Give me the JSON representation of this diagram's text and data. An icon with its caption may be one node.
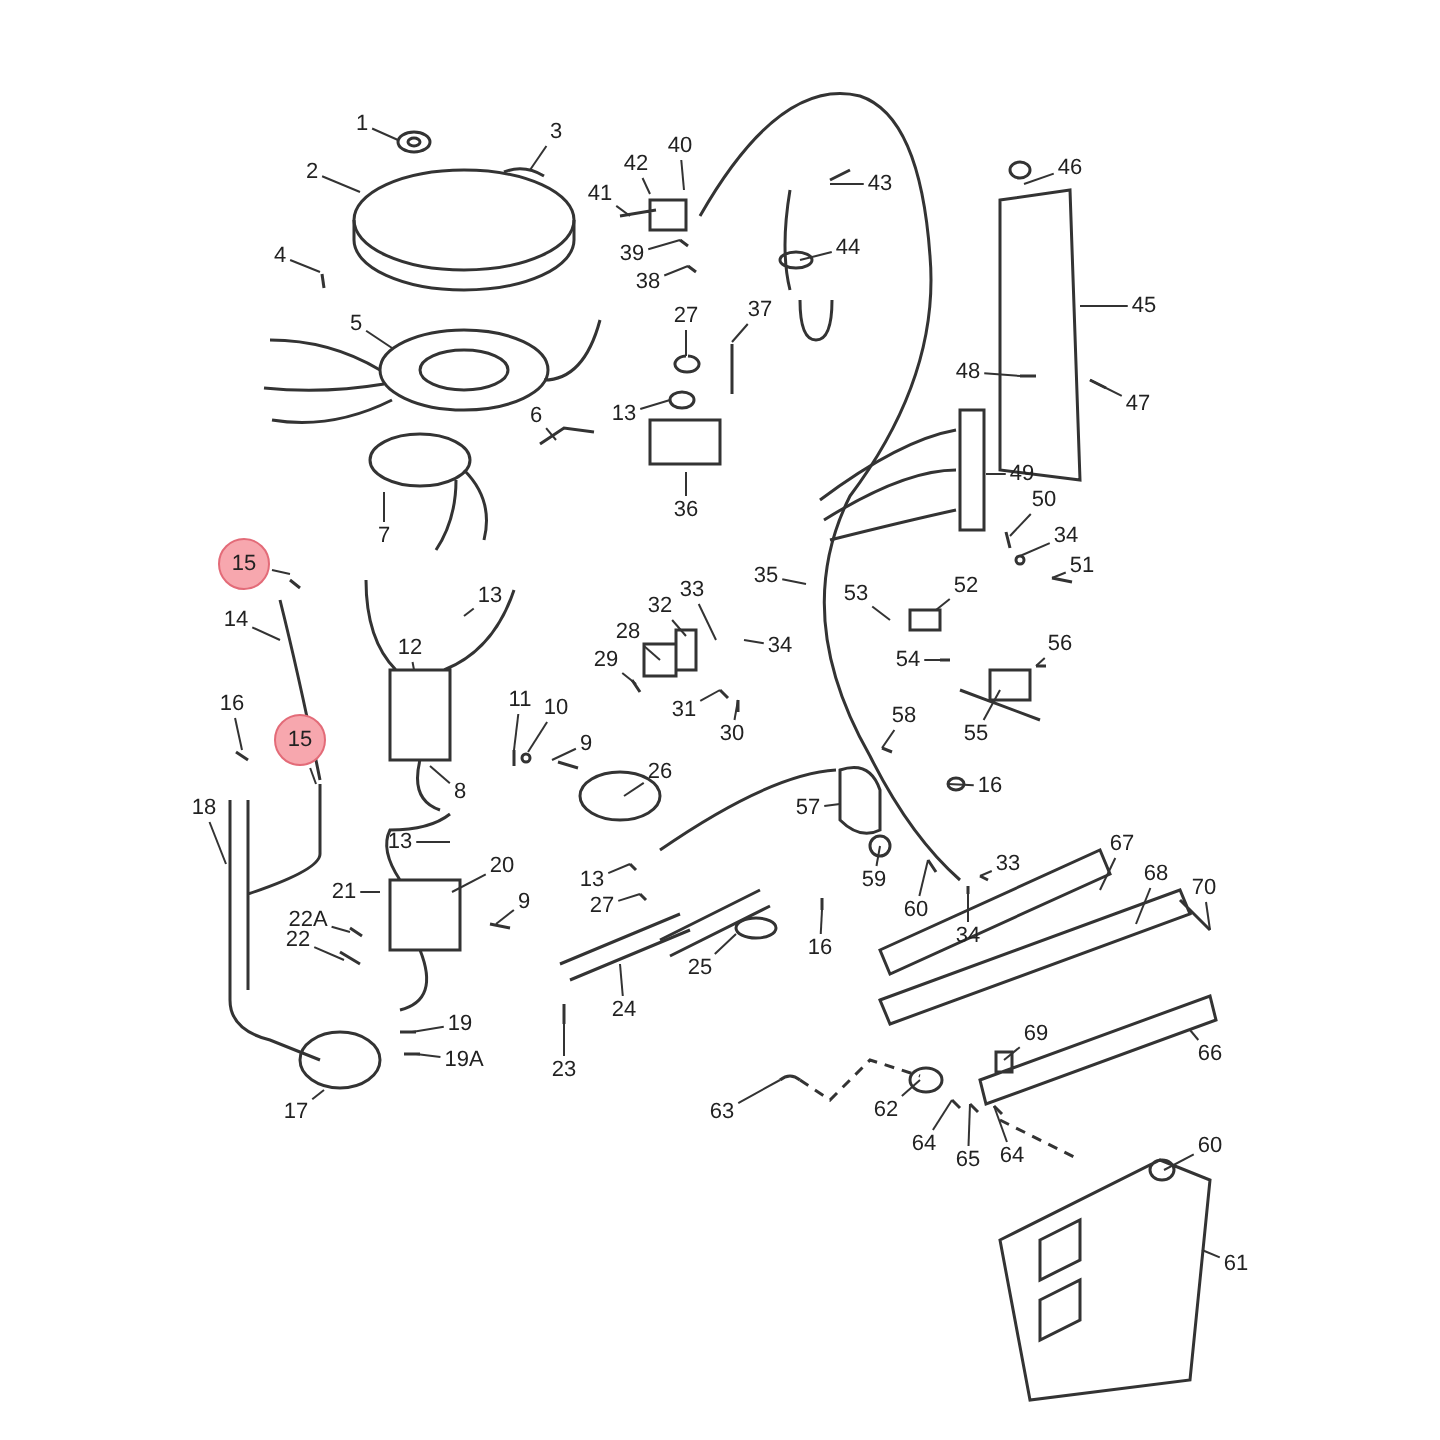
{
  "diagram": {
    "nodes": [
      {
        "text": [
          "1"
        ]
      },
      {
        "text": [
          "2"
        ]
      },
      {
        "text": [
          "3"
        ]
      },
      {
        "text": [
          "4"
        ]
      },
      {
        "text": [
          "5"
        ]
      },
      {
        "text": [
          "6"
        ]
      },
      {
        "text": [
          "7"
        ]
      },
      {
        "text": [
          "8"
        ]
      },
      {
        "text": [
          "9"
        ]
      },
      {
        "text": [
          "10"
        ]
      },
      {
        "text": [
          "11"
        ]
      },
      {
        "text": [
          "12"
        ]
      },
      {
        "text": [
          "13"
        ]
      },
      {
        "text": [
          "14"
        ]
      },
      {
        "text": [
          "15"
        ]
      },
      {
        "text": [
          "16"
        ]
      },
      {
        "text": [
          "15"
        ]
      },
      {
        "text": [
          "17"
        ]
      },
      {
        "text": [
          "18"
        ]
      },
      {
        "text": [
          "19"
        ]
      },
      {
        "text": [
          "19A"
        ]
      },
      {
        "text": [
          "20"
        ]
      },
      {
        "text": [
          "21"
        ]
      },
      {
        "text": [
          "22A"
        ]
      },
      {
        "text": [
          "22"
        ]
      },
      {
        "text": [
          "9"
        ]
      },
      {
        "text": [
          "13"
        ]
      },
      {
        "text": [
          "23"
        ]
      },
      {
        "text": [
          "24"
        ]
      },
      {
        "text": [
          "25"
        ]
      },
      {
        "text": [
          "26"
        ]
      },
      {
        "text": [
          "13"
        ]
      },
      {
        "text": [
          "27"
        ]
      },
      {
        "text": [
          "28"
        ]
      },
      {
        "text": [
          "29"
        ]
      },
      {
        "text": [
          "30"
        ]
      },
      {
        "text": [
          "31"
        ]
      },
      {
        "text": [
          "32"
        ]
      },
      {
        "text": [
          "33"
        ]
      },
      {
        "text": [
          "34"
        ]
      },
      {
        "text": [
          "35"
        ]
      },
      {
        "text": [
          "36"
        ]
      },
      {
        "text": [
          "37"
        ]
      },
      {
        "text": [
          "13"
        ]
      },
      {
        "text": [
          "27"
        ]
      },
      {
        "text": [
          "38"
        ]
      },
      {
        "text": [
          "39"
        ]
      },
      {
        "text": [
          "40"
        ]
      },
      {
        "text": [
          "41"
        ]
      },
      {
        "text": [
          "42"
        ]
      },
      {
        "text": [
          "43"
        ]
      },
      {
        "text": [
          "44"
        ]
      },
      {
        "text": [
          "45"
        ]
      },
      {
        "text": [
          "46"
        ]
      },
      {
        "text": [
          "47"
        ]
      },
      {
        "text": [
          "48"
        ]
      },
      {
        "text": [
          "49"
        ]
      },
      {
        "text": [
          "50"
        ]
      },
      {
        "text": [
          "34"
        ]
      },
      {
        "text": [
          "51"
        ]
      },
      {
        "text": [
          "52"
        ]
      },
      {
        "text": [
          "53"
        ]
      },
      {
        "text": [
          "54"
        ]
      },
      {
        "text": [
          "55"
        ]
      },
      {
        "text": [
          "56"
        ]
      },
      {
        "text": [
          "57"
        ]
      },
      {
        "text": [
          "58"
        ]
      },
      {
        "text": [
          "16"
        ]
      },
      {
        "text": [
          "59"
        ]
      },
      {
        "text": [
          "60"
        ]
      },
      {
        "text": [
          "34"
        ]
      },
      {
        "text": [
          "33"
        ]
      },
      {
        "text": [
          "16"
        ]
      },
      {
        "text": [
          "67"
        ]
      },
      {
        "text": [
          "68"
        ]
      },
      {
        "text": [
          "69"
        ]
      },
      {
        "text": [
          "70"
        ]
      },
      {
        "text": [
          "66"
        ]
      },
      {
        "text": [
          "62"
        ]
      },
      {
        "text": [
          "63"
        ]
      },
      {
        "text": [
          "64"
        ]
      },
      {
        "text": [
          "65"
        ]
      },
      {
        "text": [
          "64"
        ]
      },
      {
        "text": [
          "60"
        ]
      },
      {
        "text": [
          "61"
        ]
      }
    ],
    "edges": [
      {
        "from": 0,
        "to": null,
        "arrow": "none"
      },
      {
        "from": 1,
        "to": null,
        "arrow": "none"
      },
      {
        "from": 2,
        "to": null,
        "arrow": "none"
      },
      {
        "from": 3,
        "to": null,
        "arrow": "none"
      },
      {
        "from": 4,
        "to": null,
        "arrow": "none"
      },
      {
        "from": 5,
        "to": null,
        "arrow": "none"
      },
      {
        "from": 6,
        "to": null,
        "arrow": "none"
      },
      {
        "from": 7,
        "to": null,
        "arrow": "none"
      },
      {
        "from": 8,
        "to": null,
        "arrow": "none"
      },
      {
        "from": 9,
        "to": null,
        "arrow": "none"
      },
      {
        "from": 10,
        "to": null,
        "arrow": "none"
      },
      {
        "from": 11,
        "to": null,
        "arrow": "none"
      },
      {
        "from": 12,
        "to": null,
        "arrow": "none"
      },
      {
        "from": 13,
        "to": null,
        "arrow": "none"
      },
      {
        "from": 14,
        "to": null,
        "arrow": "none"
      },
      {
        "from": 15,
        "to": null,
        "arrow": "none"
      },
      {
        "from": 16,
        "to": null,
        "arrow": "none"
      },
      {
        "from": 17,
        "to": null,
        "arrow": "none"
      },
      {
        "from": 18,
        "to": null,
        "arrow": "none"
      },
      {
        "from": 19,
        "to": null,
        "arrow": "none"
      },
      {
        "from": 20,
        "to": null,
        "arrow": "none"
      },
      {
        "from": 21,
        "to": null,
        "arrow": "none"
      },
      {
        "from": 22,
        "to": null,
        "arrow": "none"
      },
      {
        "from": 23,
        "to": null,
        "arrow": "none"
      },
      {
        "from": 24,
        "to": null,
        "arrow": "none"
      },
      {
        "from": 25,
        "to": null,
        "arrow": "none"
      },
      {
        "from": 26,
        "to": null,
        "arrow": "none"
      },
      {
        "from": 27,
        "to": null,
        "arrow": "none"
      },
      {
        "from": 28,
        "to": null,
        "arrow": "none"
      },
      {
        "from": 29,
        "to": null,
        "arrow": "none"
      },
      {
        "from": 30,
        "to": null,
        "arrow": "none"
      },
      {
        "from": 31,
        "to": null,
        "arrow": "none"
      },
      {
        "from": 32,
        "to": null,
        "arrow": "none"
      },
      {
        "from": 33,
        "to": null,
        "arrow": "none"
      },
      {
        "from": 34,
        "to": null,
        "arrow": "none"
      },
      {
        "from": 35,
        "to": null,
        "arrow": "none"
      },
      {
        "from": 36,
        "to": null,
        "arrow": "none"
      },
      {
        "from": 37,
        "to": null,
        "arrow": "none"
      },
      {
        "from": 38,
        "to": null,
        "arrow": "none"
      },
      {
        "from": 39,
        "to": null,
        "arrow": "none"
      },
      {
        "from": 40,
        "to": null,
        "arrow": "none"
      },
      {
        "from": 41,
        "to": null,
        "arrow": "none"
      },
      {
        "from": 42,
        "to": null,
        "arrow": "none"
      },
      {
        "from": 43,
        "to": null,
        "arrow": "none"
      },
      {
        "from": 44,
        "to": null,
        "arrow": "none"
      },
      {
        "from": 45,
        "to": null,
        "arrow": "none"
      },
      {
        "from": 46,
        "to": null,
        "arrow": "none"
      },
      {
        "from": 47,
        "to": null,
        "arrow": "none"
      },
      {
        "from": 48,
        "to": null,
        "arrow": "none"
      },
      {
        "from": 49,
        "to": null,
        "arrow": "none"
      },
      {
        "from": 50,
        "to": null,
        "arrow": "none"
      },
      {
        "from": 51,
        "to": null,
        "arrow": "none"
      },
      {
        "from": 52,
        "to": null,
        "arrow": "none"
      },
      {
        "from": 53,
        "to": null,
        "arrow": "none"
      },
      {
        "from": 54,
        "to": null,
        "arrow": "none"
      },
      {
        "from": 55,
        "to": null,
        "arrow": "none"
      },
      {
        "from": 56,
        "to": null,
        "arrow": "none"
      },
      {
        "from": 57,
        "to": null,
        "arrow": "none"
      },
      {
        "from": 58,
        "to": null,
        "arrow": "none"
      },
      {
        "from": 59,
        "to": null,
        "arrow": "none"
      },
      {
        "from": 60,
        "to": null,
        "arrow": "none"
      },
      {
        "from": 61,
        "to": null,
        "arrow": "none"
      },
      {
        "from": 62,
        "to": null,
        "arrow": "none"
      },
      {
        "from": 63,
        "to": null,
        "arrow": "none"
      },
      {
        "from": 64,
        "to": null,
        "arrow": "none"
      },
      {
        "from": 65,
        "to": null,
        "arrow": "none"
      },
      {
        "from": 66,
        "to": null,
        "arrow": "none"
      },
      {
        "from": 67,
        "to": null,
        "arrow": "none"
      },
      {
        "from": 68,
        "to": null,
        "arrow": "none"
      },
      {
        "from": 69,
        "to": null,
        "arrow": "none"
      },
      {
        "from": 70,
        "to": null,
        "arrow": "none"
      },
      {
        "from": 71,
        "to": null,
        "arrow": "none"
      },
      {
        "from": 72,
        "to": null,
        "arrow": "none"
      },
      {
        "from": 73,
        "to": null,
        "arrow": "none"
      },
      {
        "from": 74,
        "to": null,
        "arrow": "none"
      },
      {
        "from": 75,
        "to": null,
        "arrow": "none"
      },
      {
        "from": 76,
        "to": null,
        "arrow": "none"
      },
      {
        "from": 77,
        "to": null,
        "arrow": "none"
      },
      {
        "from": 78,
        "to": null,
        "arrow": "none"
      },
      {
        "from": 79,
        "to": null,
        "arrow": "none"
      },
      {
        "from": 80,
        "to": null,
        "arrow": "none"
      },
      {
        "from": 81,
        "to": null,
        "arrow": "none"
      },
      {
        "from": 82,
        "to": null,
        "arrow": "none"
      },
      {
        "from": 83,
        "to": null,
        "arrow": "none"
      },
      {
        "from": 84,
        "to": null,
        "arrow": "none"
      }
    ]
  }
}
